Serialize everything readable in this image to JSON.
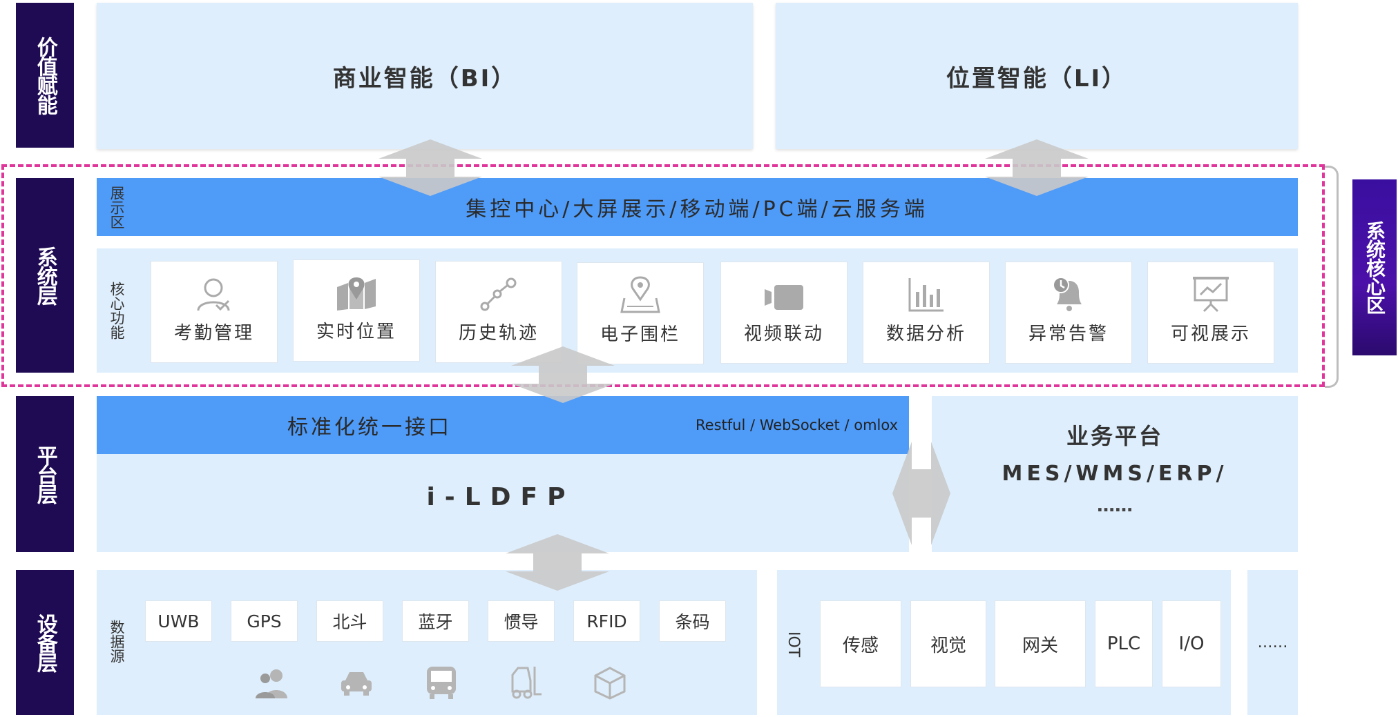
{
  "layers": {
    "value": "价值赋能",
    "system": "系统层",
    "platform": "平台层",
    "device": "设备层"
  },
  "top": {
    "bi": "商业智能（BI）",
    "li": "位置智能（LI）"
  },
  "system": {
    "display_zone_label": "展示区",
    "display_bar": "集控中心/大屏展示/移动端/PC端/云服务端",
    "core_label": "核心功能",
    "core_zone_label": "系统核心区",
    "functions": [
      {
        "label": "考勤管理",
        "icon": "user-check-icon"
      },
      {
        "label": "实时位置",
        "icon": "map-pin-icon"
      },
      {
        "label": "历史轨迹",
        "icon": "track-icon"
      },
      {
        "label": "电子围栏",
        "icon": "geofence-icon"
      },
      {
        "label": "视频联动",
        "icon": "video-camera-icon"
      },
      {
        "label": "数据分析",
        "icon": "bar-chart-icon"
      },
      {
        "label": "异常告警",
        "icon": "alarm-bell-icon"
      },
      {
        "label": "可视展示",
        "icon": "presentation-icon"
      }
    ]
  },
  "platform": {
    "interface_title": "标准化统一接口",
    "protocols": "Restful / WebSocket / omlox",
    "ldfp": "i-LDFP",
    "business_title": "业务平台",
    "business_systems": "MES/WMS/ERP/",
    "business_more": "……"
  },
  "device": {
    "source_label": "数据源",
    "sources": [
      "UWB",
      "GPS",
      "北斗",
      "蓝牙",
      "惯导",
      "RFID",
      "条码"
    ],
    "asset_icons": [
      "people-icon",
      "car-icon",
      "bus-icon",
      "forklift-icon",
      "package-icon"
    ],
    "iot_label": "IOT",
    "iot_items": [
      "传感",
      "视觉",
      "网关",
      "PLC",
      "I/O"
    ],
    "more": "……"
  },
  "colors": {
    "layer_label": "#1f0b54",
    "panel": "#deeefc",
    "blue_bar": "#4f9bf8",
    "dashed_border": "#e0359b",
    "core_zone": "#4b10a8",
    "arrow": "#c9c9c9"
  }
}
